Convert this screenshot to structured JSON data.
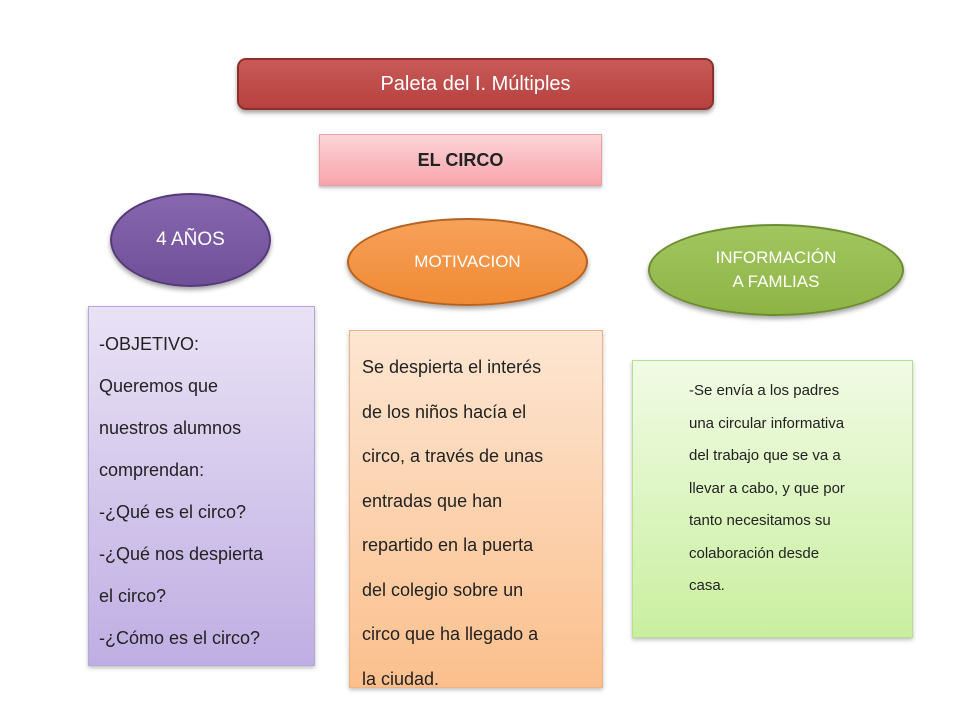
{
  "title": "Paleta del I. Múltiples",
  "subtitle": "EL CIRCO",
  "headers": {
    "age": "4 AÑOS",
    "motivation": "MOTIVACION",
    "info_line1": "INFORMACIÓN",
    "info_line2": "A FAMLIAS"
  },
  "objective_lines": [
    "-OBJETIVO:",
    "Queremos que",
    "nuestros alumnos",
    "comprendan:",
    "-¿Qué es el circo?",
    "-¿Qué nos despierta",
    "el circo?",
    "-¿Cómo es el circo?"
  ],
  "motivation_lines": [
    "Se despierta el interés",
    "de los niños hacía el",
    "circo, a través de unas",
    "entradas que han",
    "repartido en la puerta",
    "del colegio sobre un",
    "circo que ha llegado a",
    "la ciudad."
  ],
  "info_lines": [
    "-Se envía a los padres",
    "una circular informativa",
    "del trabajo que se va a",
    "llevar a cabo, y que por",
    "tanto necesitamos su",
    "colaboración desde",
    "casa."
  ],
  "colors": {
    "title": "#c0504d",
    "subtitle": "#f7a3ab",
    "age": "#7a5ba3",
    "motivation": "#f79646",
    "info": "#9bbb59"
  }
}
